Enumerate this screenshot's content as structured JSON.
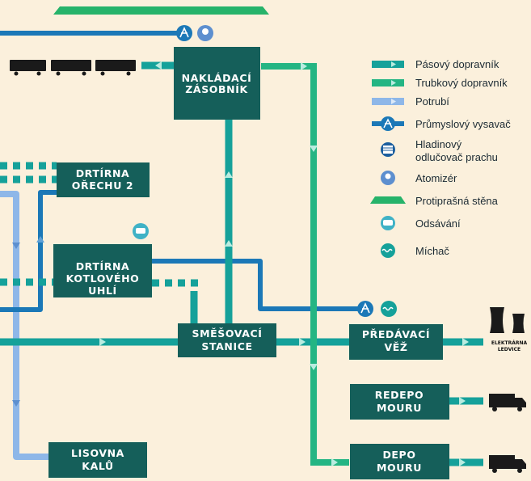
{
  "colors": {
    "background": "#fbf0dc",
    "box": "#155f5a",
    "belt": "#15a19a",
    "tube": "#24b583",
    "pipe": "#1b78b7",
    "pipe_light": "#8eb7e8",
    "wall": "#26b36a",
    "arrow": "#b9ece0"
  },
  "nodes": {
    "nakladaci": [
      "NAKLÁDACÍ",
      "ZÁSOBNÍK"
    ],
    "drtirna_orechu": [
      "DRTÍRNA",
      "OŘECHU 2"
    ],
    "drtirna_kotloveho": [
      "DRTÍRNA",
      "KOTLOVÉHO",
      "UHLÍ"
    ],
    "smesovaci": [
      "SMĚŠOVACÍ",
      "STANICE"
    ],
    "predavaci": [
      "PŘEDÁVACÍ",
      "VĚŽ"
    ],
    "redepo": [
      "REDEPO",
      "MOURU"
    ],
    "depo": [
      "DEPO",
      "MOURU"
    ],
    "lisovna": [
      "LISOVNA",
      "KALŮ"
    ]
  },
  "power_plant_label": [
    "ELEKTRÁRNA",
    "LEDVICE"
  ],
  "legend": [
    {
      "icon": "belt-conveyor-icon",
      "label": [
        "Pásový dopravník"
      ]
    },
    {
      "icon": "tube-conveyor-icon",
      "label": [
        "Trubkový dopravník"
      ]
    },
    {
      "icon": "pipeline-icon",
      "label": [
        "Potrubí"
      ]
    },
    {
      "icon": "industrial-vacuum-icon",
      "label": [
        "Průmyslový vysavač"
      ]
    },
    {
      "icon": "dust-separator-icon",
      "label": [
        "Hladinový",
        "odlučovač prachu"
      ]
    },
    {
      "icon": "atomizer-icon",
      "label": [
        "Atomizér"
      ]
    },
    {
      "icon": "dust-wall-icon",
      "label": [
        "Protiprašná stěna"
      ]
    },
    {
      "icon": "suction-icon",
      "label": [
        "Odsávání"
      ]
    },
    {
      "icon": "mixer-icon",
      "label": [
        "Míchač"
      ]
    }
  ]
}
